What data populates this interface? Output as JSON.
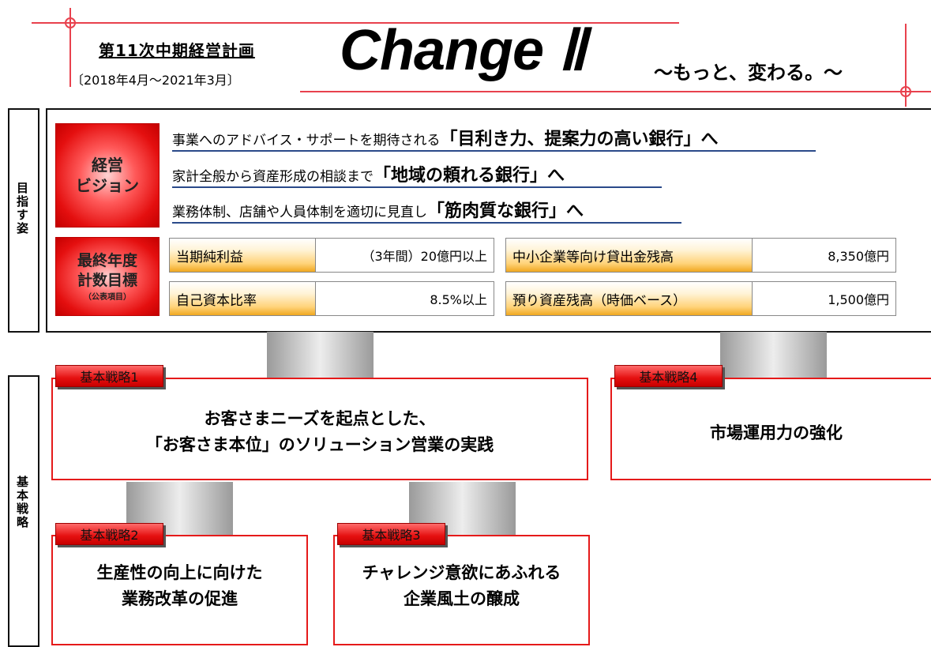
{
  "header": {
    "plan_title": "第11次中期経営計画",
    "plan_period": "〔2018年4月〜2021年3月〕",
    "logo_text": "Change Ⅱ",
    "tagline": "〜もっと、変わる。〜"
  },
  "side_labels": {
    "top": "目指す姿",
    "bottom": "基本戦略"
  },
  "vision": {
    "badge_line1": "経営",
    "badge_line2": "ビジョン",
    "items": [
      {
        "prefix": "事業へのアドバイス・サポートを期待される",
        "emph": "「目利き力、提案力の高い銀行」へ"
      },
      {
        "prefix": "家計全般から資産形成の相談まで",
        "emph": "「地域の頼れる銀行」へ"
      },
      {
        "prefix": "業務体制、店舗や人員体制を適切に見直し",
        "emph": "「筋肉質な銀行」へ"
      }
    ]
  },
  "targets": {
    "badge_line1": "最終年度",
    "badge_line2": "計数目標",
    "badge_note": "（公表項目）",
    "left": [
      {
        "label": "当期純利益",
        "value": "（3年間）20億円以上"
      },
      {
        "label": "自己資本比率",
        "value": "8.5%以上"
      }
    ],
    "right": [
      {
        "label": "中小企業等向け貸出金残高",
        "value": "8,350億円"
      },
      {
        "label": "預り資産残高（時価ベース）",
        "value": "1,500億円"
      }
    ]
  },
  "strategies": [
    {
      "tag": "基本戦略1",
      "line1": "お客さまニーズを起点とした、",
      "line2": "「お客さま本位」のソリューション営業の実践"
    },
    {
      "tag": "基本戦略2",
      "line1": "生産性の向上に向けた",
      "line2": "業務改革の促進"
    },
    {
      "tag": "基本戦略3",
      "line1": "チャレンジ意欲にあふれる",
      "line2": "企業風土の醸成"
    },
    {
      "tag": "基本戦略4",
      "line1": "市場運用力の強化",
      "line2": ""
    }
  ],
  "colors": {
    "accent_red": "#e51a1a",
    "line_red": "#e8414d",
    "underline_blue": "#2a4a8a",
    "label_gold": "#f0a820"
  }
}
